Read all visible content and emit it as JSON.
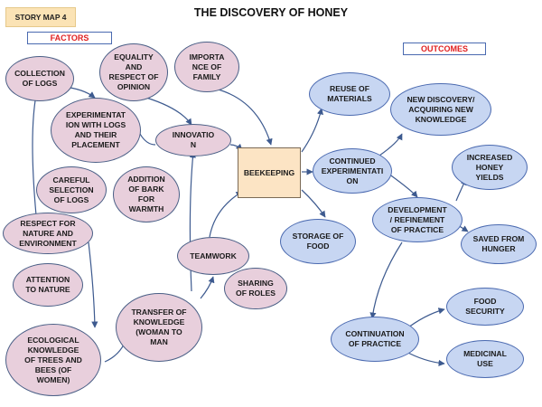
{
  "header": {
    "story_tag": "STORY MAP 4",
    "title": "THE DISCOVERY OF HONEY",
    "factors_label": "FACTORS",
    "outcomes_label": "OUTCOMES"
  },
  "colors": {
    "factor_fill": "#e8cfdc",
    "outcome_fill": "#c7d6f2",
    "center_fill": "#fce4c4",
    "label_red": "#e02020",
    "arrow": "#3d5a8f"
  },
  "nodes": {
    "collection": "COLLECTION\nOF LOGS",
    "equality": "EQUALITY\nAND\nRESPECT OF\nOPINION",
    "importance": "IMPORTA\nNCE OF\nFAMILY",
    "experimentation": "EXPERIMENTAT\nION WITH LOGS\nAND THEIR\nPLACEMENT",
    "innovation": "INNOVATIO\nN",
    "careful": "CAREFUL\nSELECTION\nOF LOGS",
    "bark": "ADDITION\nOF BARK\nFOR\nWARMTH",
    "respect": "RESPECT FOR\nNATURE AND\nENVIRONMENT",
    "attention": "ATTENTION\nTO NATURE",
    "ecological": "ECOLOGICAL\nKNOWLEDGE\nOF TREES AND\nBEES (OF\nWOMEN)",
    "transfer": "TRANSFER OF\nKNOWLEDGE\n(WOMAN TO\nMAN",
    "teamwork": "TEAMWORK",
    "sharing": "SHARING\nOF ROLES",
    "beekeeping": "BEEKEEPING",
    "reuse": "REUSE OF\nMATERIALS",
    "new_discovery": "NEW DISCOVERY/\nACQUIRING NEW\nKNOWLEDGE",
    "continued": "CONTINUED\nEXPERIMENTATI\nON",
    "increased": "INCREASED\nHONEY\nYIELDS",
    "development": "DEVELOPMENT\n/ REFINEMENT\nOF PRACTICE",
    "storage": "STORAGE OF\nFOOD",
    "saved": "SAVED FROM\nHUNGER",
    "continuation": "CONTINUATION\nOF PRACTICE",
    "food_security": "FOOD\nSECURITY",
    "medicinal": "MEDICINAL\nUSE"
  }
}
